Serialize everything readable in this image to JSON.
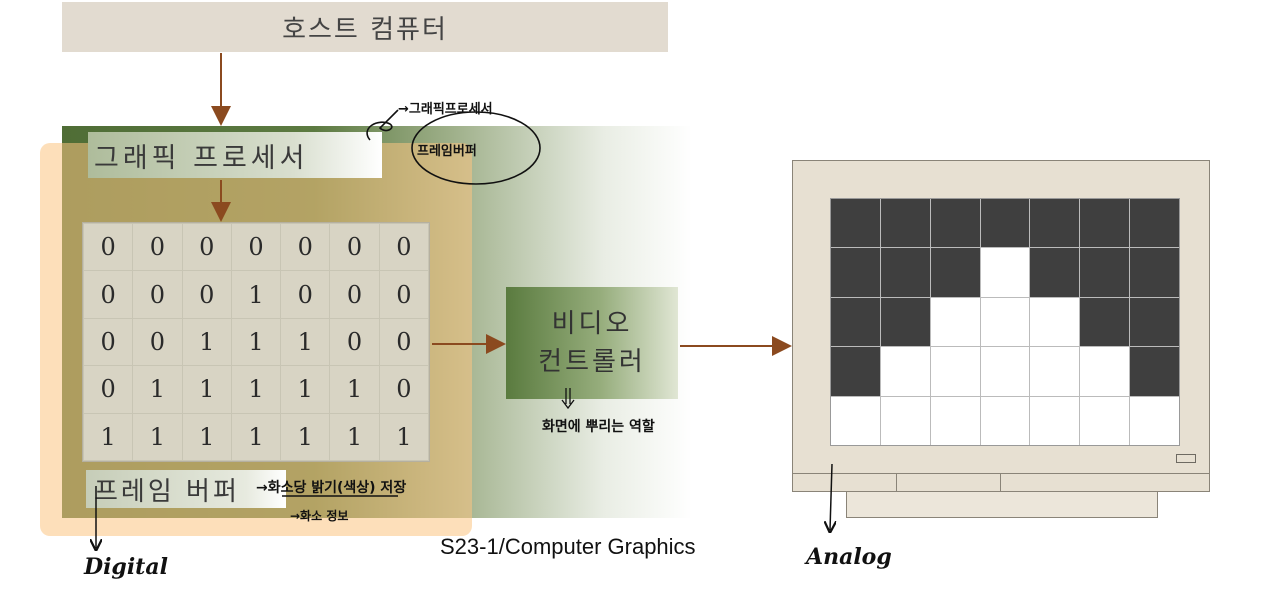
{
  "host": {
    "label": "호스트 컴퓨터"
  },
  "graphics_processor": {
    "label": "그래픽 프로세서"
  },
  "frame_buffer": {
    "label": "프레임 버퍼",
    "rows": [
      [
        "0",
        "0",
        "0",
        "0",
        "0",
        "0",
        "0"
      ],
      [
        "0",
        "0",
        "0",
        "1",
        "0",
        "0",
        "0"
      ],
      [
        "0",
        "0",
        "1",
        "1",
        "1",
        "0",
        "0"
      ],
      [
        "0",
        "1",
        "1",
        "1",
        "1",
        "1",
        "0"
      ],
      [
        "1",
        "1",
        "1",
        "1",
        "1",
        "1",
        "1"
      ]
    ]
  },
  "video_controller": {
    "line1": "비디오",
    "line2": "컨트롤러"
  },
  "monitor": {
    "pixels": [
      [
        1,
        1,
        1,
        1,
        1,
        1,
        1
      ],
      [
        1,
        1,
        1,
        0,
        1,
        1,
        1
      ],
      [
        1,
        1,
        0,
        0,
        0,
        1,
        1
      ],
      [
        1,
        0,
        0,
        0,
        0,
        0,
        1
      ],
      [
        0,
        0,
        0,
        0,
        0,
        0,
        0
      ]
    ],
    "on_color": "#3f3f3f",
    "off_color": "#ffffff"
  },
  "caption": "S23-1/Computer Graphics",
  "handwritten": {
    "gp_note_1": "→그래픽프로세서",
    "gp_note_2": "프레임버퍼",
    "fb_note_1": "→화소당 밝기(색상) 저장",
    "fb_note_2": "→화소 정보",
    "vc_note": "화면에 뿌리는 역할",
    "digital": "Digital",
    "analog": "Analog"
  },
  "colors": {
    "board_dark": "#4f6d36",
    "highlight": "#fcc482",
    "arrow": "#8b4a1f",
    "host_bg": "#e2dbd0"
  }
}
